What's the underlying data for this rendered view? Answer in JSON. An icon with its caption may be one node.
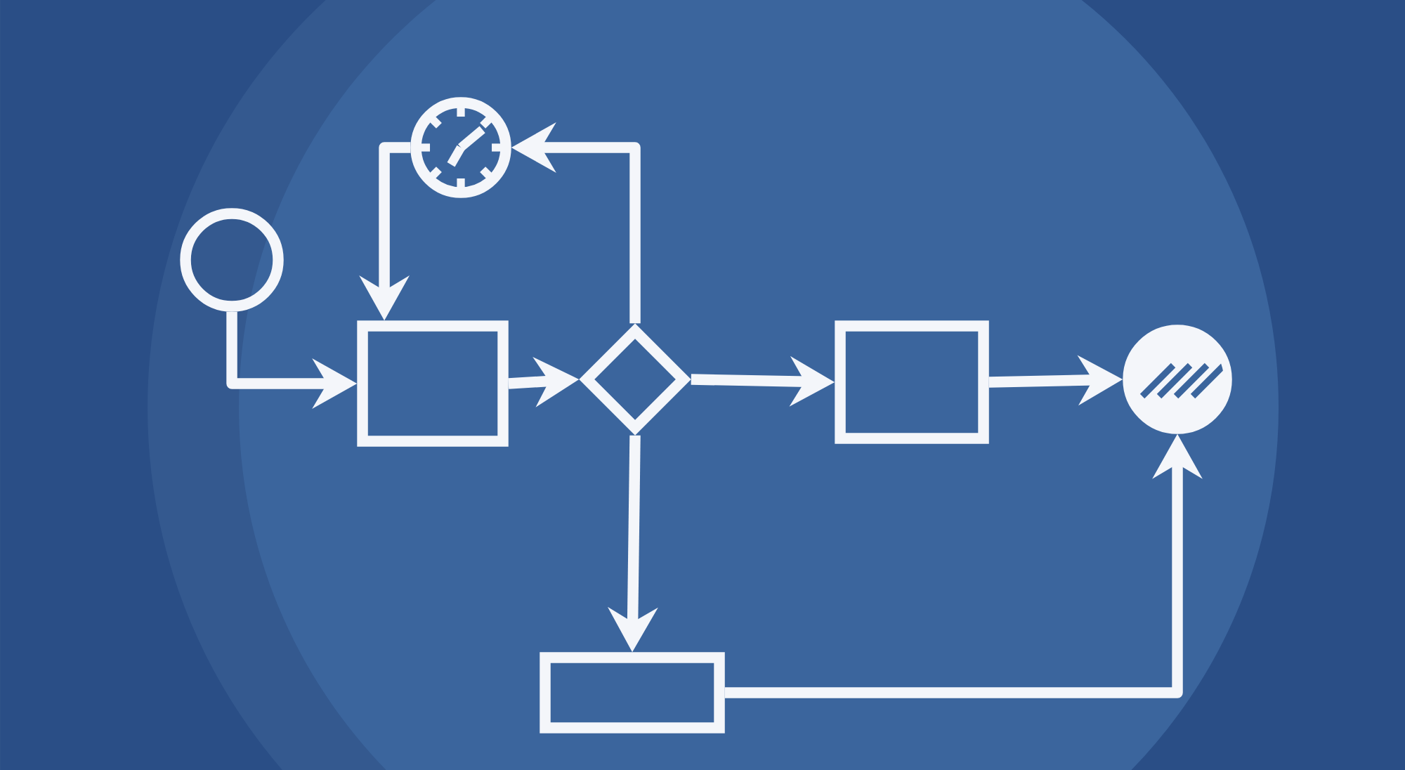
{
  "diagram": {
    "nodes": [
      {
        "text": [],
        "shape": "clock"
      },
      {
        "text": [],
        "shape": "circle"
      },
      {
        "text": [],
        "shape": "box"
      },
      {
        "text": [],
        "shape": "diamond"
      },
      {
        "text": [],
        "shape": "box"
      },
      {
        "text": [],
        "shape": "circle"
      },
      {
        "text": [],
        "shape": "box"
      }
    ],
    "edges": [
      {
        "from": 1,
        "to": 2,
        "arrow": "to"
      },
      {
        "from": 2,
        "to": 3,
        "arrow": "to"
      },
      {
        "from": 3,
        "to": 0,
        "arrow": "to"
      },
      {
        "from": 0,
        "to": 2,
        "arrow": "to"
      },
      {
        "from": 3,
        "to": 4,
        "arrow": "to"
      },
      {
        "from": 4,
        "to": 5,
        "arrow": "to"
      },
      {
        "from": 3,
        "to": 6,
        "arrow": "to"
      },
      {
        "from": 6,
        "to": 5,
        "arrow": "to"
      }
    ]
  }
}
